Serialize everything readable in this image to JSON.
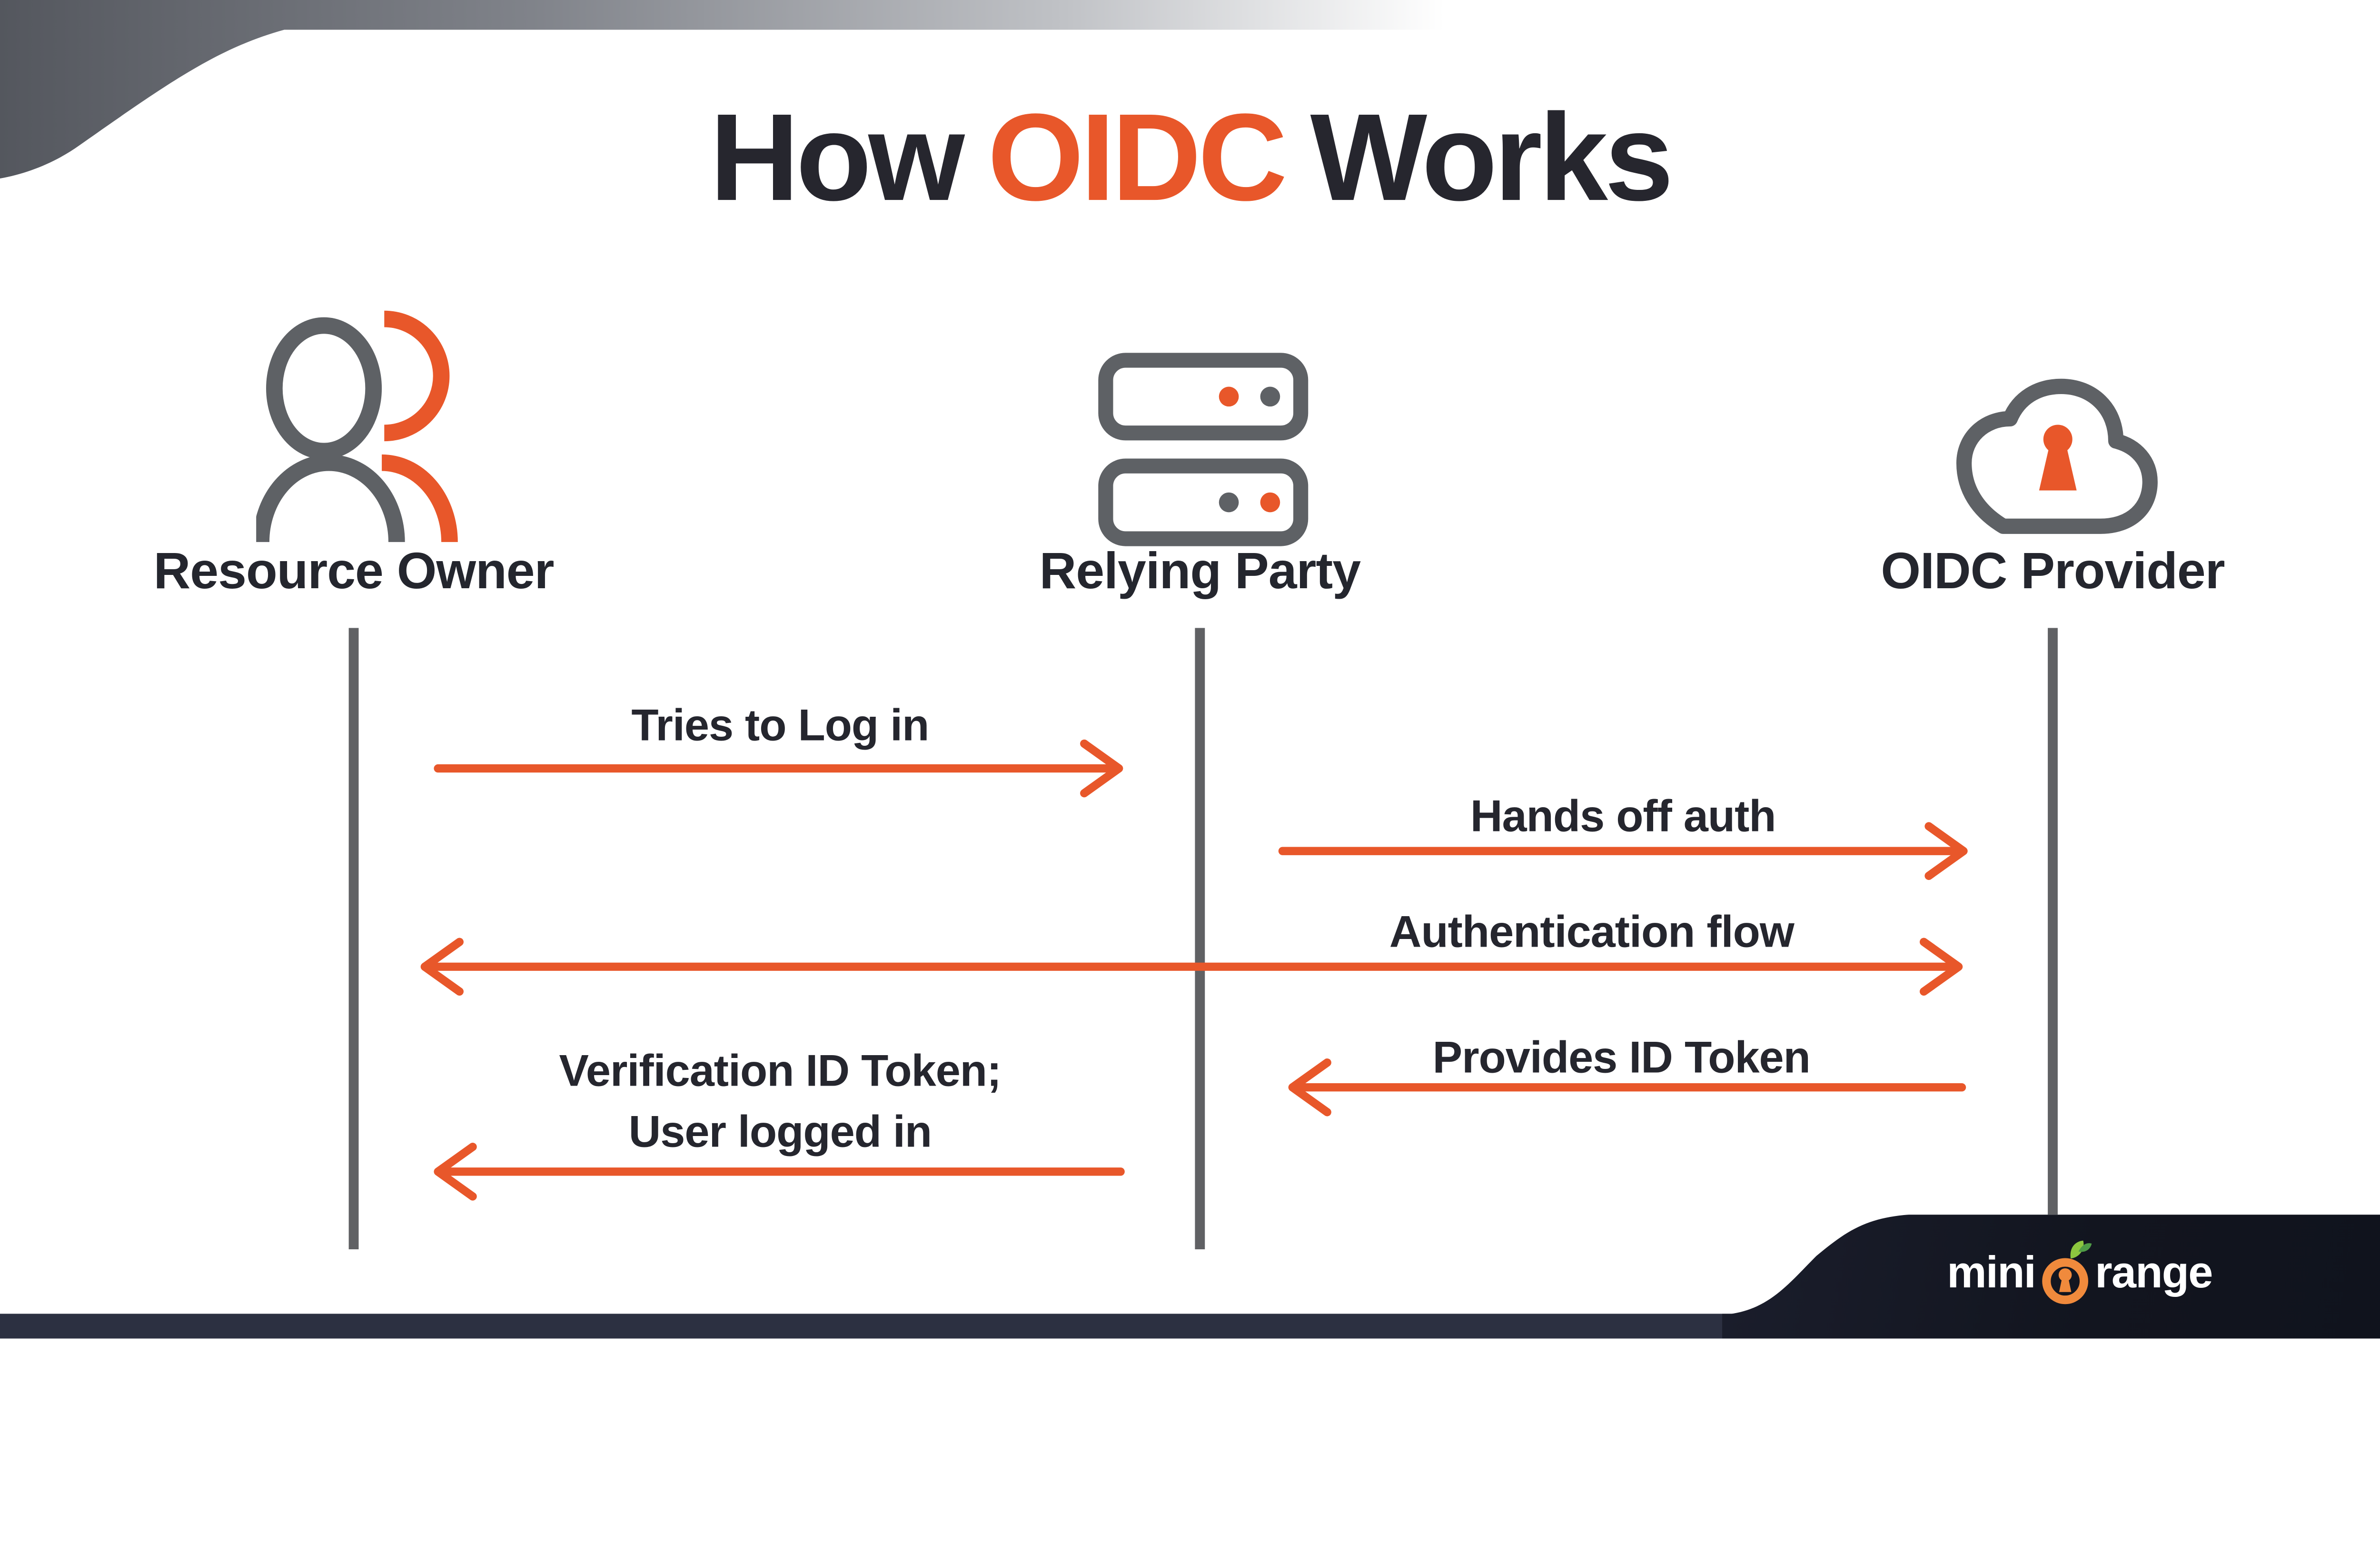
{
  "title": {
    "prefix": "How",
    "highlight": "OIDC",
    "suffix": "Works"
  },
  "colors": {
    "accent_orange": "#E8572A",
    "icon_gray": "#5E6165",
    "text_dark": "#25262E",
    "lifeline_gray": "#606164",
    "bottom_bar_navy": "#2C3041",
    "logo_panel_navy": "#141724",
    "logo_orange": "#F08A3C",
    "leaf_green": "#8CC63F",
    "top_gradient_gray": "#54575E"
  },
  "actors": [
    {
      "id": "resource-owner",
      "label": "Resource Owner",
      "icon": "user-group-icon"
    },
    {
      "id": "relying-party",
      "label": "Relying Party",
      "icon": "server-stack-icon"
    },
    {
      "id": "oidc-provider",
      "label": "OIDC Provider",
      "icon": "cloud-keyhole-icon"
    }
  ],
  "messages": [
    {
      "label": "Tries to Log in",
      "from": "resource-owner",
      "to": "relying-party",
      "direction": "right"
    },
    {
      "label": "Hands off auth",
      "from": "relying-party",
      "to": "oidc-provider",
      "direction": "right"
    },
    {
      "label": "Authentication flow",
      "from": "oidc-provider",
      "to": "resource-owner",
      "direction": "both"
    },
    {
      "label": "Provides ID Token",
      "from": "oidc-provider",
      "to": "relying-party",
      "direction": "left"
    },
    {
      "label": "Verification ID Token;",
      "label2": "User logged in",
      "from": "relying-party",
      "to": "resource-owner",
      "direction": "left"
    }
  ],
  "logo": {
    "part1": "mini",
    "part2": "range"
  }
}
